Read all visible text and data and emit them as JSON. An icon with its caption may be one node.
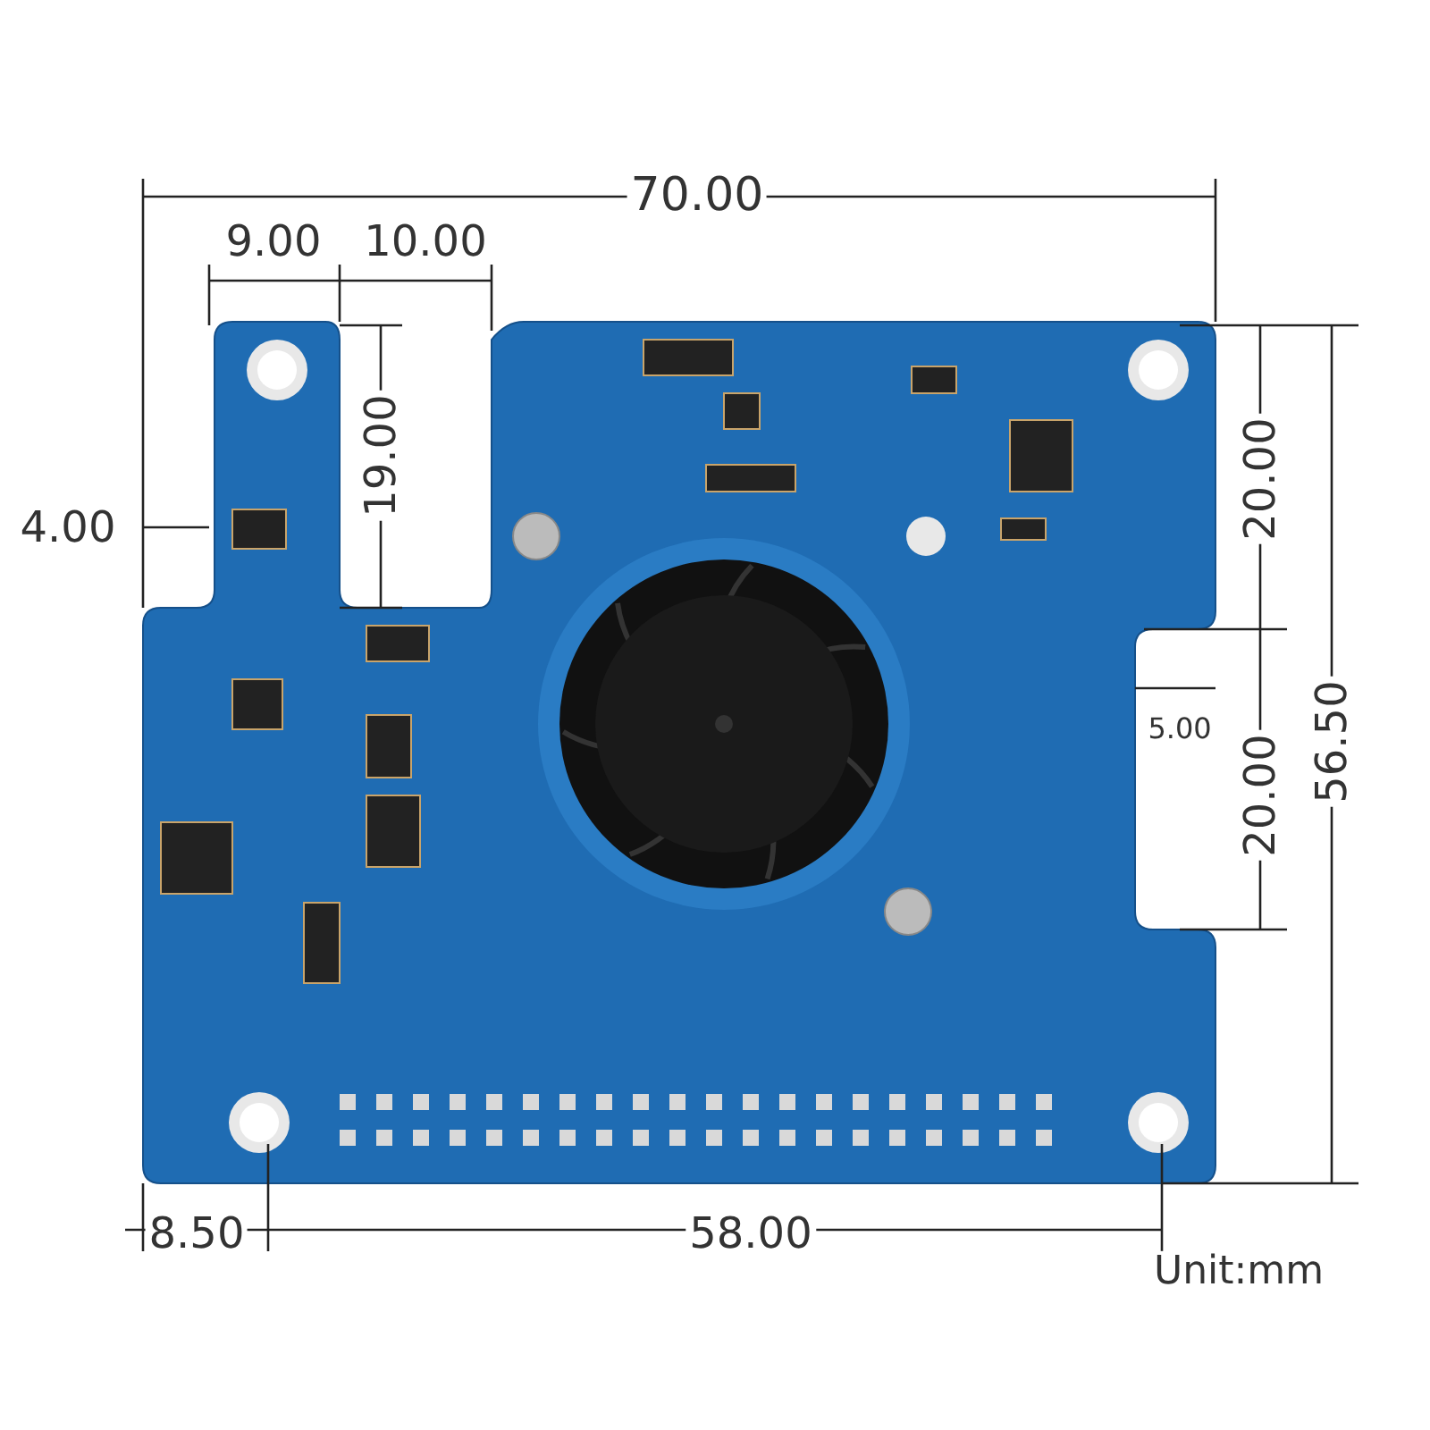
{
  "diagram": {
    "labels": [
      "70.00",
      "9.00",
      "10.00",
      "4.00",
      "19.00",
      "20.00",
      "5.00",
      "56.50",
      "20.00",
      "8.50",
      "58.00",
      "Unit:mm"
    ]
  }
}
